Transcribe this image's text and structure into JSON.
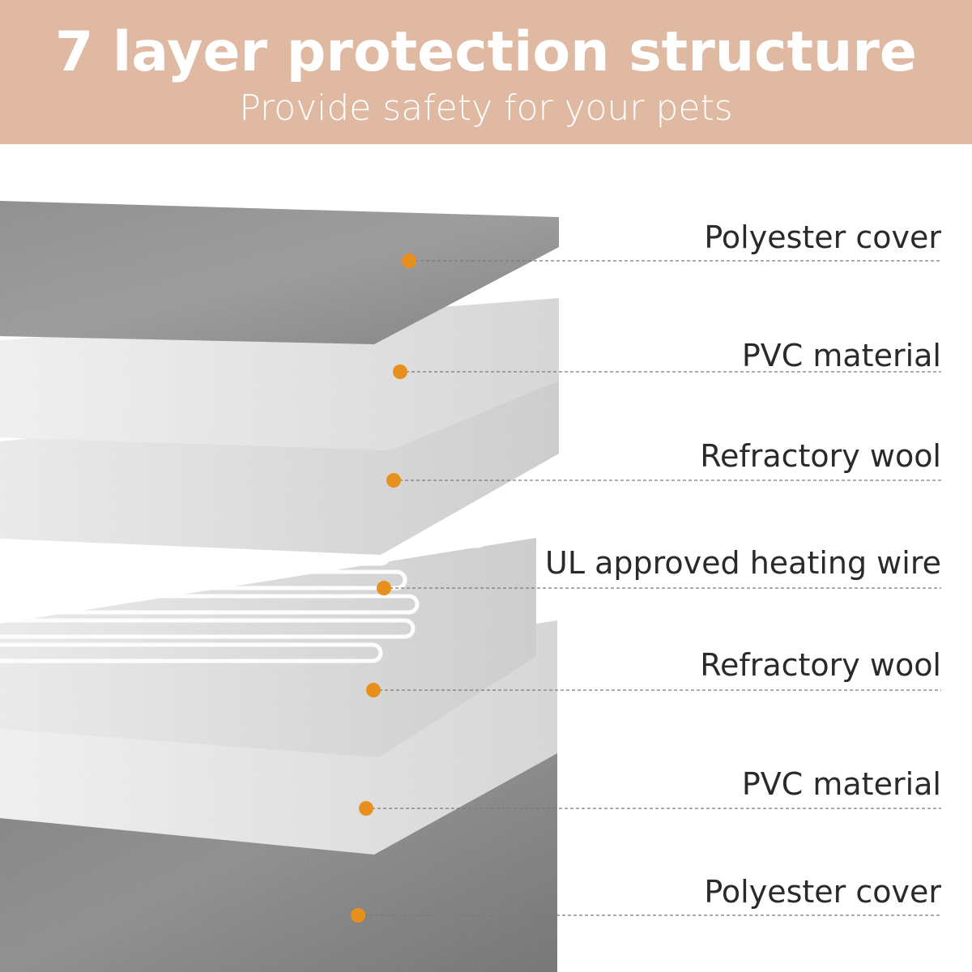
{
  "header": {
    "title": "7 layer protection structure",
    "subtitle": "Provide safety for your pets"
  },
  "colors": {
    "banner": "#dfb9a1",
    "marker": "#e8901d",
    "label_text": "#2a2a2a"
  },
  "layers": [
    {
      "label": "Polyester cover"
    },
    {
      "label": "PVC material"
    },
    {
      "label": "Refractory wool"
    },
    {
      "label": "UL approved heating wire"
    },
    {
      "label": "Refractory wool"
    },
    {
      "label": "PVC material"
    },
    {
      "label": "Polyester cover"
    }
  ]
}
